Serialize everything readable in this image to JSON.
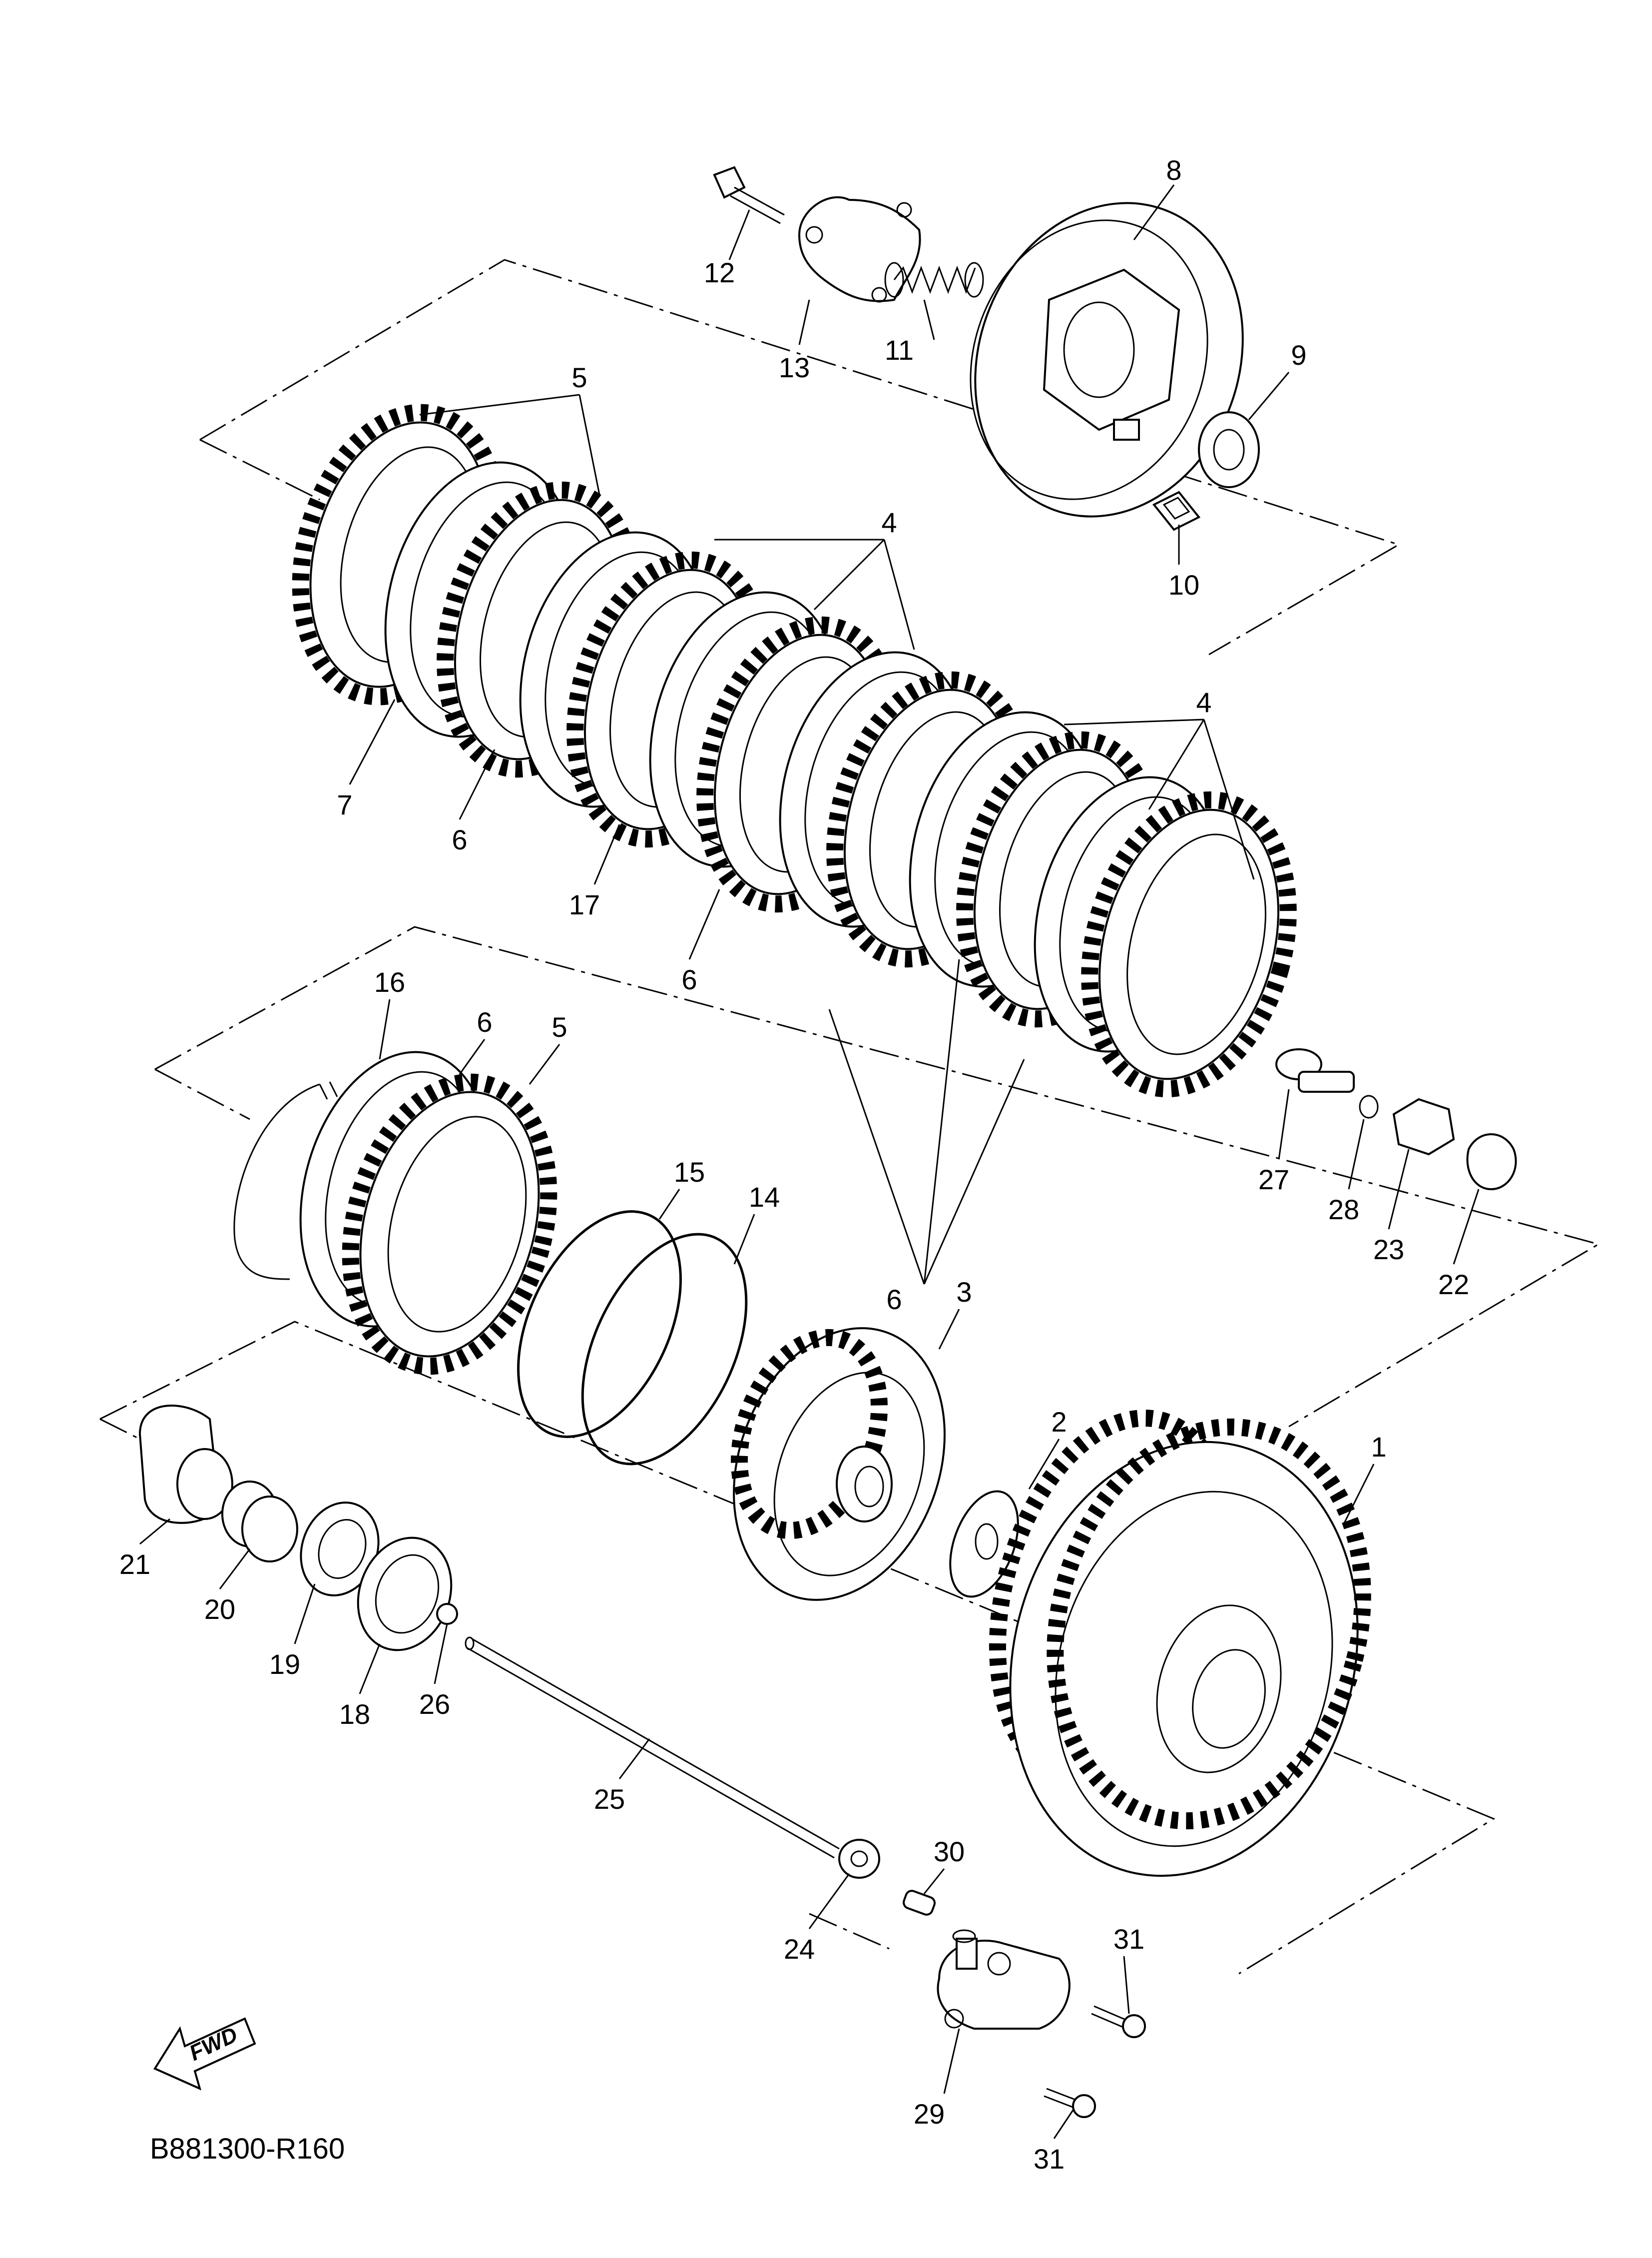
{
  "diagram": {
    "catalog_code": "B881300-R160",
    "fwd_label": "FWD",
    "parts": {
      "p1": "1",
      "p2": "2",
      "p3": "3",
      "p4a": "4",
      "p4b": "4",
      "p5a": "5",
      "p5b": "5",
      "p6a": "6",
      "p6b": "6",
      "p6c": "6",
      "p6d": "6",
      "p7": "7",
      "p8": "8",
      "p9": "9",
      "p10": "10",
      "p11": "11",
      "p12": "12",
      "p13": "13",
      "p14": "14",
      "p15": "15",
      "p16": "16",
      "p17": "17",
      "p18": "18",
      "p19": "19",
      "p20": "20",
      "p21": "21",
      "p22": "22",
      "p23": "23",
      "p24": "24",
      "p25": "25",
      "p26": "26",
      "p27": "27",
      "p28": "28",
      "p29": "29",
      "p30": "30",
      "p31a": "31",
      "p31b": "31"
    }
  }
}
